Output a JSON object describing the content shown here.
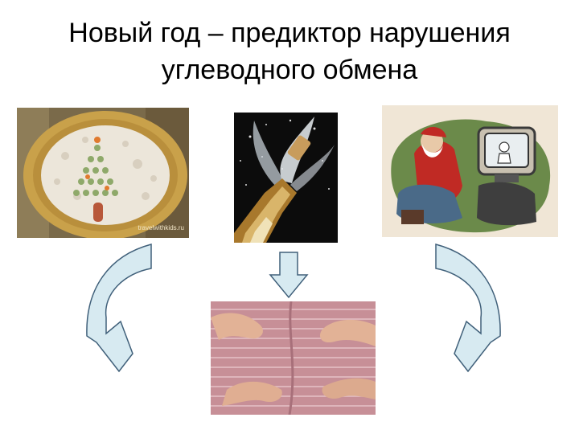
{
  "slide": {
    "title_line1": "Новый год – предиктор нарушения",
    "title_line2": "углеводного обмена"
  },
  "images": {
    "salad": {
      "watermark": "travelwithkids.ru"
    }
  }
}
